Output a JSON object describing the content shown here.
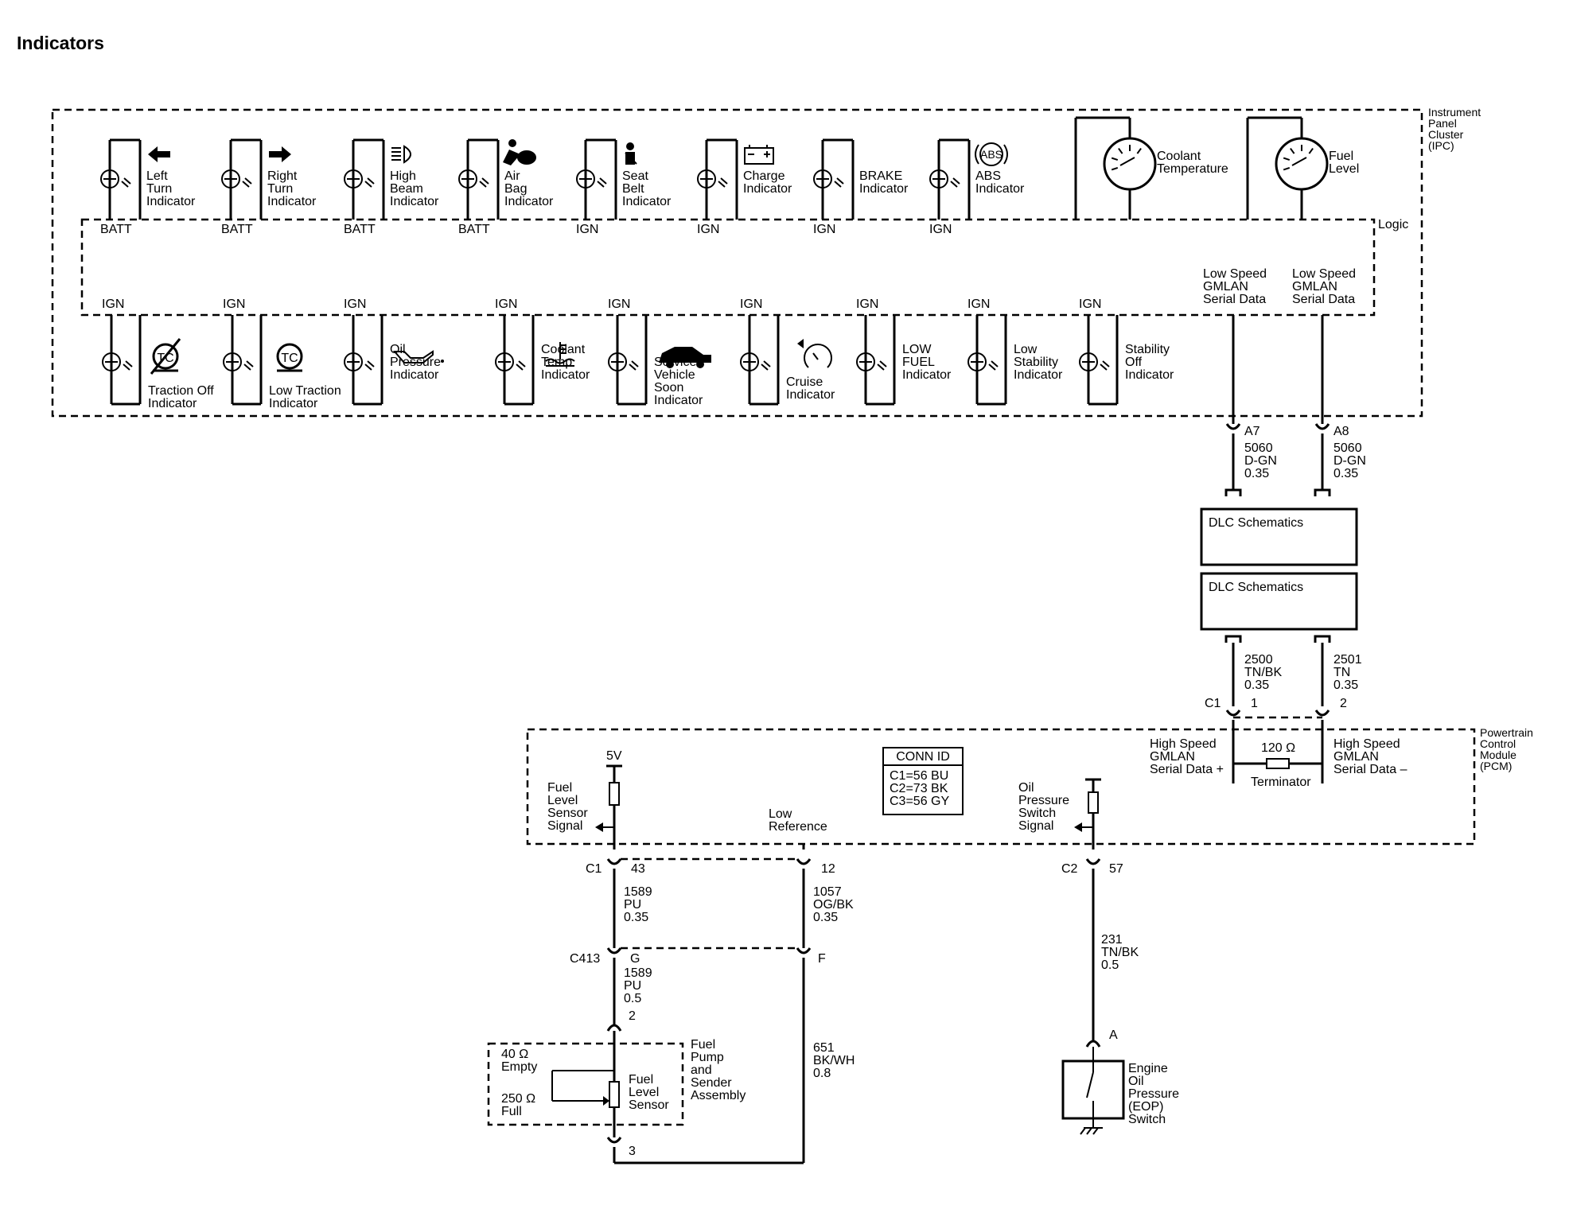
{
  "page": {
    "title": "Indicators"
  },
  "modules": {
    "ipc": [
      "Instrument",
      "Panel",
      "Cluster",
      "(IPC)"
    ],
    "logic": "Logic",
    "pcm": [
      "Powertrain",
      "Control",
      "Module",
      "(PCM)"
    ]
  },
  "top_indicators": [
    {
      "icon": "arrow-left-icon",
      "label": [
        "Left",
        "Turn",
        "Indicator"
      ],
      "power": "BATT"
    },
    {
      "icon": "arrow-right-icon",
      "label": [
        "Right",
        "Turn",
        "Indicator"
      ],
      "power": "BATT"
    },
    {
      "icon": "high-beam-icon",
      "label": [
        "High",
        "Beam",
        "Indicator"
      ],
      "power": "BATT"
    },
    {
      "icon": "air-bag-icon",
      "label": [
        "Air",
        "Bag",
        "Indicator"
      ],
      "power": "BATT"
    },
    {
      "icon": "seat-belt-icon",
      "label": [
        "Seat",
        "Belt",
        "Indicator"
      ],
      "power": "IGN"
    },
    {
      "icon": "battery-icon",
      "label": [
        "Charge",
        "Indicator"
      ],
      "power": "IGN"
    },
    {
      "icon": "",
      "label": [
        "BRAKE",
        "Indicator"
      ],
      "power": "IGN"
    },
    {
      "icon": "abs-icon",
      "icon_text": "ABS",
      "label": [
        "ABS",
        "Indicator"
      ],
      "power": "IGN"
    }
  ],
  "gauges": [
    {
      "icon": "coolant-gauge-icon",
      "label": [
        "Coolant",
        "Temperature"
      ]
    },
    {
      "icon": "fuel-gauge-icon",
      "label": [
        "Fuel",
        "Level"
      ]
    }
  ],
  "bottom_indicators": [
    {
      "icon": "traction-off-icon",
      "icon_text": "TC",
      "label": [
        "Traction Off",
        "Indicator"
      ],
      "power": "IGN"
    },
    {
      "icon": "traction-icon",
      "icon_text": "TC",
      "label": [
        "Low Traction",
        "Indicator"
      ],
      "power": "IGN"
    },
    {
      "icon": "oil-can-icon",
      "label": [
        "Oil",
        "Pressure",
        "Indicator"
      ],
      "power": "IGN"
    },
    {
      "icon": "coolant-temp-icon",
      "label": [
        "Coolant",
        "Temp",
        "Indicator"
      ],
      "power": "IGN"
    },
    {
      "icon": "service-vehicle-icon",
      "label": [
        "Service",
        "Vehicle",
        "Soon",
        "Indicator"
      ],
      "power": "IGN"
    },
    {
      "icon": "cruise-icon",
      "label": [
        "Cruise",
        "Indicator"
      ],
      "power": "IGN"
    },
    {
      "icon": "",
      "label": [
        "LOW",
        "FUEL",
        "Indicator"
      ],
      "power": "IGN"
    },
    {
      "icon": "",
      "label": [
        "Low",
        "Stability",
        "Indicator"
      ],
      "power": "IGN"
    },
    {
      "icon": "",
      "label": [
        "Stability",
        "Off",
        "Indicator"
      ],
      "power": "IGN"
    }
  ],
  "gmlan_low": [
    {
      "label": [
        "Low Speed",
        "GMLAN",
        "Serial Data"
      ],
      "pin": "A7",
      "circuit": [
        "5060",
        "D-GN",
        "0.35"
      ]
    },
    {
      "label": [
        "Low Speed",
        "GMLAN",
        "Serial Data"
      ],
      "pin": "A8",
      "circuit": [
        "5060",
        "D-GN",
        "0.35"
      ]
    }
  ],
  "dlc": [
    "DLC Schematics",
    "DLC Schematics"
  ],
  "gmlan_high": {
    "connector": "C1",
    "wires": [
      {
        "circuit": [
          "2500",
          "TN/BK",
          "0.35"
        ],
        "pin": "1",
        "label": [
          "High Speed",
          "GMLAN",
          "Serial Data +"
        ]
      },
      {
        "circuit": [
          "2501",
          "TN",
          "0.35"
        ],
        "pin": "2",
        "label": [
          "High Speed",
          "GMLAN",
          "Serial Data –"
        ]
      }
    ],
    "terminator": {
      "value": "120 Ω",
      "label": "Terminator"
    }
  },
  "conn_id": {
    "title": "CONN ID",
    "rows": [
      "C1=56 BU",
      "C2=73 BK",
      "C3=56 GY"
    ]
  },
  "fuel_circuit": {
    "supply": "5V",
    "signal_label": [
      "Fuel",
      "Level",
      "Sensor",
      "Signal"
    ],
    "low_ref_label": [
      "Low",
      "Reference"
    ],
    "pcm_connector": "C1",
    "signal_pin": "43",
    "ref_pin": "12",
    "signal_wire": [
      "1589",
      "PU",
      "0.35"
    ],
    "ref_wire": [
      "1057",
      "OG/BK",
      "0.35"
    ],
    "inline_connector": "C413",
    "inline_signal_pin": "G",
    "inline_ref_pin": "F",
    "signal_wire_2": [
      "1589",
      "PU",
      "0.5"
    ],
    "sender_pin_top": "2",
    "sender_pin_bottom": "3",
    "ref_wire_2": [
      "651",
      "BK/WH",
      "0.8"
    ],
    "empty": [
      "40 Ω",
      "Empty"
    ],
    "full": [
      "250 Ω",
      "Full"
    ],
    "sensor_label": [
      "Fuel",
      "Level",
      "Sensor"
    ],
    "assembly_label": [
      "Fuel",
      "Pump",
      "and",
      "Sender",
      "Assembly"
    ]
  },
  "oil_circuit": {
    "signal_label": [
      "Oil",
      "Pressure",
      "Switch",
      "Signal"
    ],
    "connector": "C2",
    "pin": "57",
    "wire": [
      "231",
      "TN/BK",
      "0.5"
    ],
    "switch_pin": "A",
    "switch_label": [
      "Engine",
      "Oil",
      "Pressure",
      "(EOP)",
      "Switch"
    ]
  }
}
